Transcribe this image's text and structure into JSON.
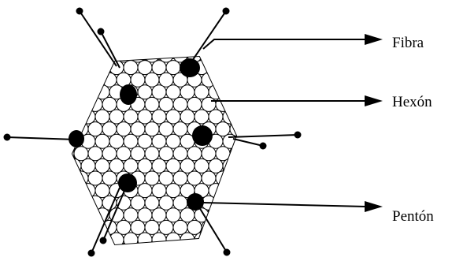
{
  "labels": {
    "fibra": "Fibra",
    "hexon": "Hexón",
    "penton": "Pentón"
  },
  "colors": {
    "ink": "#000000",
    "background": "#ffffff"
  }
}
